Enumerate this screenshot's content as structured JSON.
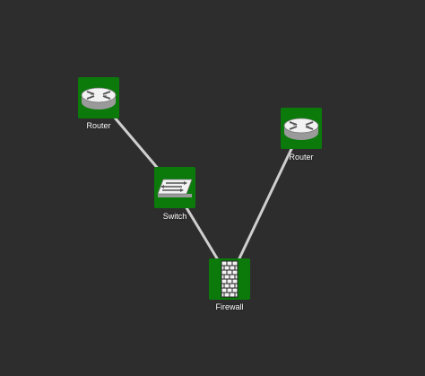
{
  "diagram": {
    "background": "#2d2d2d",
    "node_color": "#0b7a0b",
    "link_color": "#cfcfcf",
    "nodes": [
      {
        "id": "router1",
        "label": "Router",
        "icon": "router-icon"
      },
      {
        "id": "router2",
        "label": "Router",
        "icon": "router-icon"
      },
      {
        "id": "switch1",
        "label": "Switch",
        "icon": "switch-icon"
      },
      {
        "id": "firewall1",
        "label": "Firewall",
        "icon": "firewall-icon"
      }
    ],
    "links": [
      {
        "from": "router1",
        "to": "switch1"
      },
      {
        "from": "switch1",
        "to": "firewall1"
      },
      {
        "from": "firewall1",
        "to": "router2"
      }
    ]
  }
}
